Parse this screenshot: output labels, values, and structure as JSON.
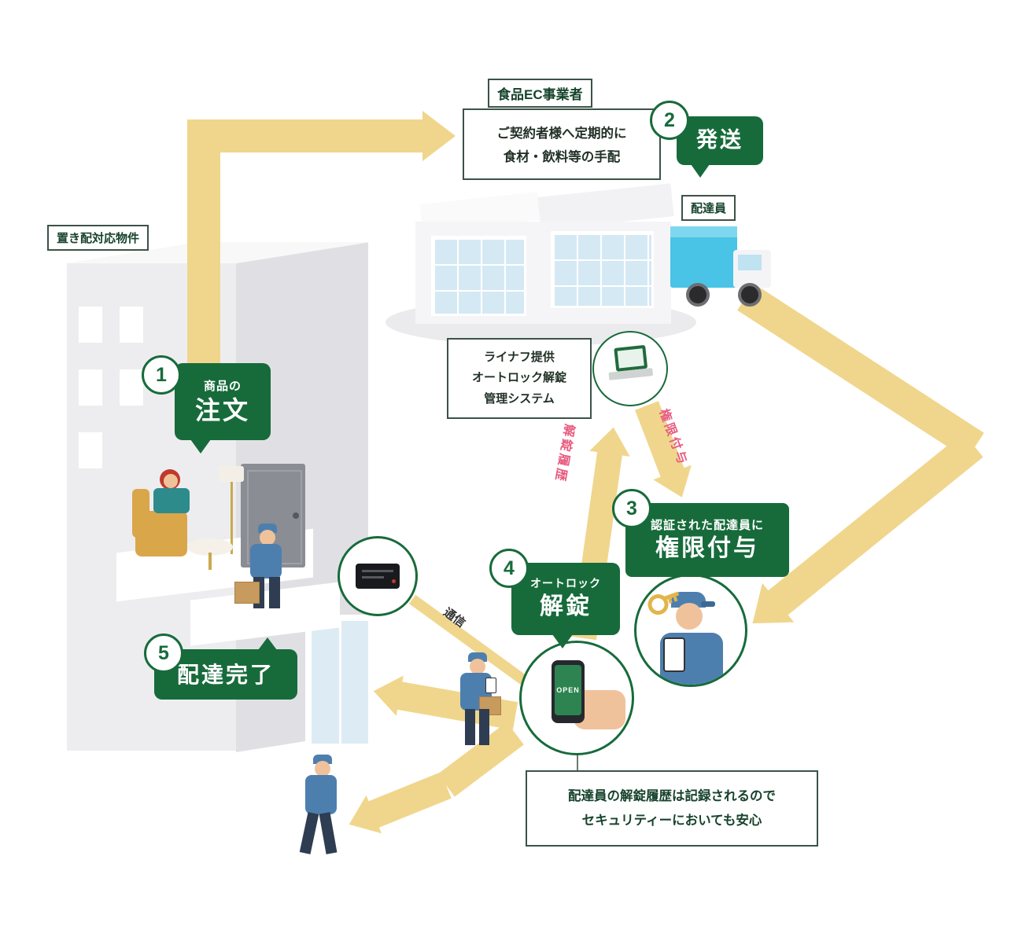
{
  "colors": {
    "green": "#176b3b",
    "yellow": "#f0d68c",
    "pink": "#e85c80"
  },
  "labels": {
    "property": "置き配対応物件",
    "ec_business": "食品EC事業者",
    "ec_desc_line1": "ご契約者様へ定期的に",
    "ec_desc_line2": "食材・飲料等の手配",
    "courier": "配達員",
    "system_line1": "ライナフ提供",
    "system_line2": "オートロック解錠",
    "system_line3": "管理システム",
    "unlock_history": "解錠履歴",
    "grant_auth": "権限付与",
    "comm": "通信",
    "security_line1": "配達員の解錠履歴は記録されるので",
    "security_line2": "セキュリティーにおいても安心",
    "phone_screen": "OPEN"
  },
  "steps": [
    {
      "num": "1",
      "small": "商品の",
      "big": "注文"
    },
    {
      "num": "2",
      "small": "",
      "big": "発送"
    },
    {
      "num": "3",
      "small": "認証された配達員に",
      "big": "権限付与"
    },
    {
      "num": "4",
      "small": "オートロック",
      "big": "解錠"
    },
    {
      "num": "5",
      "small": "",
      "big": "配達完了"
    }
  ]
}
